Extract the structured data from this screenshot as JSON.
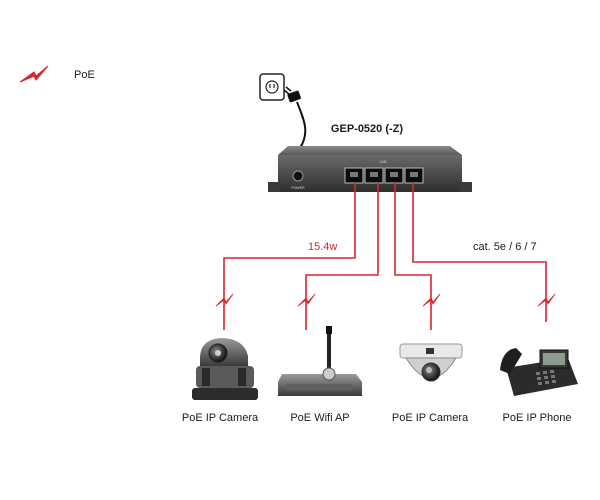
{
  "legend": {
    "icon": "poe-lightning-icon",
    "label": "PoE"
  },
  "switch": {
    "model": "GEP-0520 (-Z)",
    "power_port_label": "POWER",
    "lan_label": "LAN"
  },
  "power": {
    "outlet_icon": "wall-outlet-icon",
    "plug_icon": "power-plug-icon"
  },
  "link_labels": {
    "wattage": "15.4w",
    "cable": "cat. 5e / 6 / 7"
  },
  "devices": [
    {
      "label": "PoE IP Camera",
      "icon": "ptz-camera-icon"
    },
    {
      "label": "PoE Wifi AP",
      "icon": "wifi-router-icon"
    },
    {
      "label": "PoE IP Camera",
      "icon": "dome-camera-icon"
    },
    {
      "label": "PoE IP Phone",
      "icon": "ip-phone-icon"
    }
  ],
  "colors": {
    "poe_line": "#d9262c",
    "switch_body": "#4a4a4a",
    "text": "#1a1a1a"
  }
}
